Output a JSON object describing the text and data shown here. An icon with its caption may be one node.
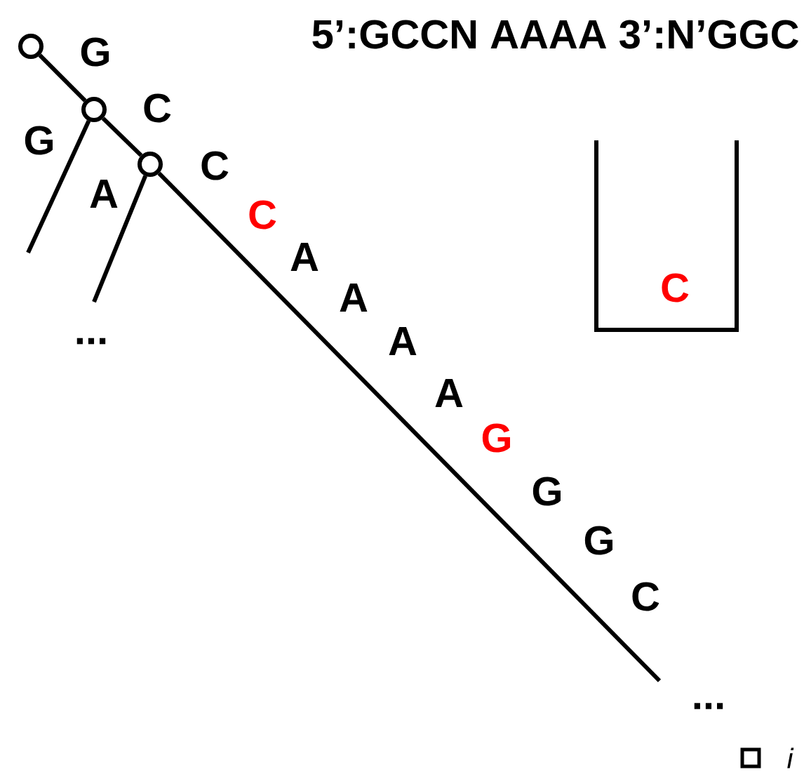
{
  "diagram": {
    "title": "5’:GCCN AAAA 3’:N’GGC",
    "nodes": [
      {
        "text": [],
        "shape": "circle"
      },
      {
        "text": [],
        "shape": "circle"
      },
      {
        "text": [],
        "shape": "circle"
      },
      {
        "text": [
          "C"
        ]
      }
    ],
    "edges": [
      {
        "from": 0,
        "to": 1,
        "arrow": "none"
      },
      {
        "from": 1,
        "to": 2,
        "arrow": "none"
      },
      {
        "from": 1,
        "to": null,
        "arrow": "none"
      },
      {
        "from": 2,
        "to": null,
        "arrow": "none"
      },
      {
        "from": 2,
        "to": null,
        "arrow": "none"
      }
    ],
    "labels": [
      "G",
      "C",
      "G",
      "A",
      "C",
      "C",
      "A",
      "A",
      "A",
      "A",
      "G",
      "G",
      "G",
      "C",
      "...",
      "...",
      "i"
    ]
  }
}
